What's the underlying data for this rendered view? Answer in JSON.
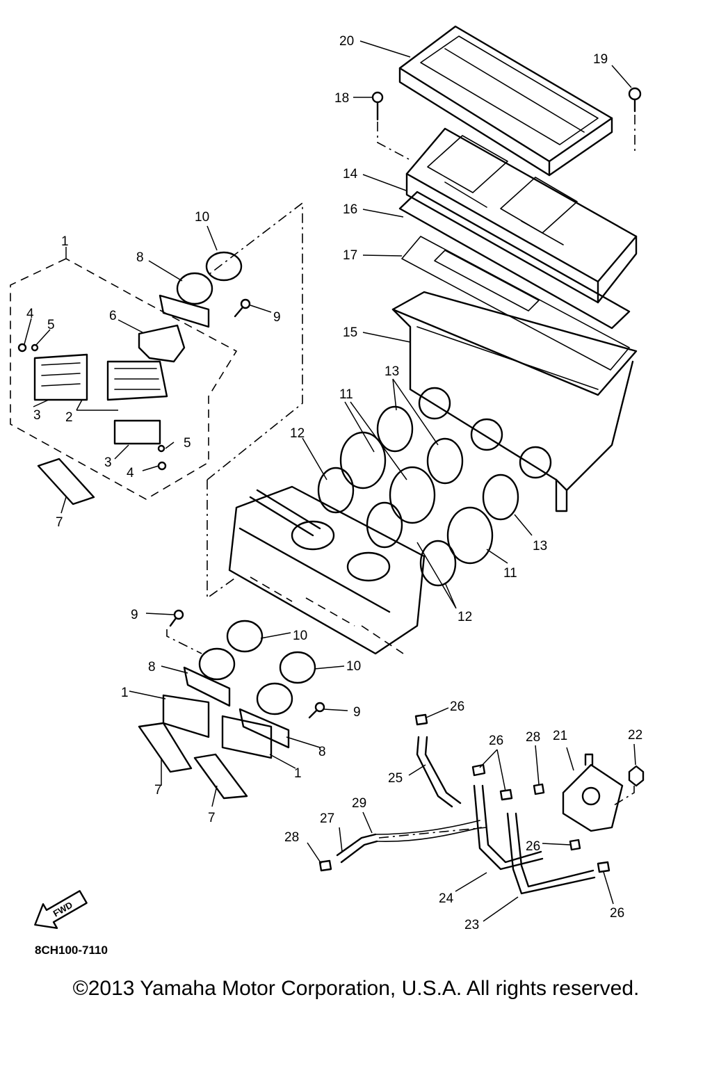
{
  "diagram": {
    "part_code": "8CH100-7110",
    "fwd_label": "FWD",
    "copyright": "©2013 Yamaha Motor Corporation, U.S.A. All rights reserved.",
    "callouts": {
      "c1a": "1",
      "c1b": "1",
      "c1c": "1",
      "c2": "2",
      "c3a": "3",
      "c3b": "3",
      "c4a": "4",
      "c4b": "4",
      "c5a": "5",
      "c5b": "5",
      "c6": "6",
      "c7a": "7",
      "c7b": "7",
      "c7c": "7",
      "c8a": "8",
      "c8b": "8",
      "c8c": "8",
      "c9a": "9",
      "c9b": "9",
      "c9c": "9",
      "c10a": "10",
      "c10b": "10",
      "c10c": "10",
      "c11a": "11",
      "c11b": "11",
      "c12a": "12",
      "c12b": "12",
      "c13a": "13",
      "c13b": "13",
      "c14": "14",
      "c15": "15",
      "c16": "16",
      "c17": "17",
      "c18": "18",
      "c19": "19",
      "c20": "20",
      "c21": "21",
      "c22": "22",
      "c23": "23",
      "c24": "24",
      "c25": "25",
      "c26a": "26",
      "c26b": "26",
      "c26c": "26",
      "c26d": "26",
      "c27": "27",
      "c28a": "28",
      "c28b": "28",
      "c29": "29"
    }
  }
}
